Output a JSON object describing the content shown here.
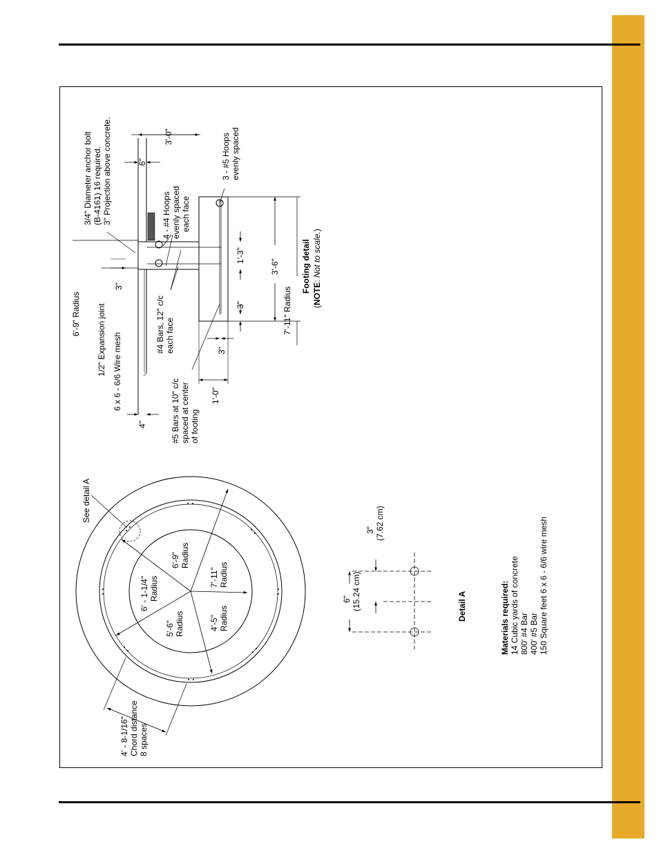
{
  "anchor_bolt": {
    "l1": "3/4\" Diameter anchor bolt",
    "l2": "(B-4161) 16 required.",
    "l3": "3\" Projection above concrete."
  },
  "dims": {
    "d_3_0": "3'-0\"",
    "d_6in": "6\"",
    "d_3in_top": "3\"",
    "d_4in": "4\"",
    "d_1_0": "1'-0\"",
    "d_3in_a": "3\"",
    "d_3in_b": "3\"",
    "d_1_3": "1'-3\"",
    "d_3_6": "3'-6\""
  },
  "labels": {
    "hoops4_l1": "4 - #4 Hoops",
    "hoops4_l2": "evenly spaced",
    "hoops4_l3": "each face",
    "hoops5_l1": "3 - #5 Hoops",
    "hoops5_l2": "evenly spaced",
    "radius_6_9": "6'-9\" Radius",
    "expansion_joint": "1/2\" Expansion joint",
    "wire_mesh": "6 x 6 - 6/6 Wire mesh",
    "bars4_l1": "#4 Bars, 12\" c/c",
    "bars4_l2": "each face",
    "bars5_l1": "#5 Bars at 10\" c/c",
    "bars5_l2": "spaced at center",
    "bars5_l3": "of footing",
    "radius_7_11": "7'-11\" Radius"
  },
  "footing_title": "Footing detail",
  "footing_note": {
    "open": "(",
    "bold": "NOTE",
    "sep": ": ",
    "text": "Not to scale.",
    "close": ")"
  },
  "plan": {
    "see_detail": "See detail A",
    "r_6_9_a": "6'-9\"",
    "r_6_9_b": "Radius",
    "r_6_1_a": "6' - 1-1/4\"",
    "r_6_1_b": "Radius",
    "r_7_11_a": "7'-11\"",
    "r_7_11_b": "Radius",
    "r_5_6_a": "5'-6\"",
    "r_5_6_b": "Radius",
    "r_4_5_a": "4'-5\"",
    "r_4_5_b": "Radius",
    "chord_l1": "4' - 8-1/16\"",
    "chord_l2": "Chord distance",
    "chord_l3": "8 spaces"
  },
  "detail_a": {
    "title": "Detail A",
    "d3_a": "3\"",
    "d3_b": "(7.62 cm)",
    "d6_a": "6\"",
    "d6_b": "(15.24 cm)"
  },
  "materials": {
    "title": "Materials required:",
    "items": [
      "14 Cubic yards of concrete",
      "800' #4 Bar",
      "400' #5 Bar",
      "150 Square feet 6 x 6 - 6/6 wire mesh"
    ]
  }
}
